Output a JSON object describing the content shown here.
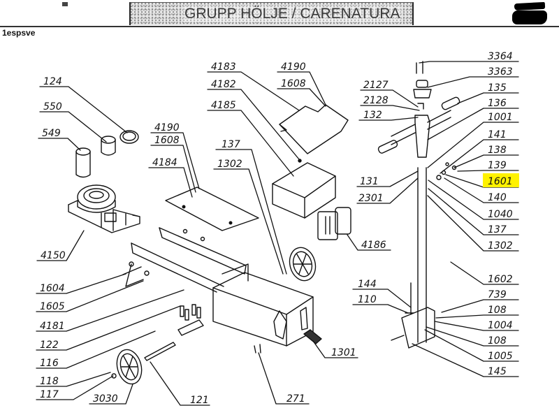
{
  "header": {
    "title": "GRUPP HÖLJE / CARENATURA",
    "document_code": "1espsve"
  },
  "highlight_color": "#fff200",
  "callouts": {
    "c124": "124",
    "c550": "550",
    "c549": "549",
    "c4150": "4150",
    "c4190_left": "4190",
    "c1608_left": "1608",
    "c4184": "4184",
    "c4183": "4183",
    "c4182": "4182",
    "c4185": "4185",
    "c4190_top": "4190",
    "c1608_top": "1608",
    "c137_mid": "137",
    "c1302_mid": "1302",
    "c4186": "4186",
    "c1604": "1604",
    "c1605": "1605",
    "c4181": "4181",
    "c122": "122",
    "c116": "116",
    "c118": "118",
    "c117": "117",
    "c3030": "3030",
    "c121": "121",
    "c271": "271",
    "c1301": "1301",
    "c3364": "3364",
    "c3363": "3363",
    "c2127": "2127",
    "c2128": "2128",
    "c135": "135",
    "c132": "132",
    "c136": "136",
    "c1001": "1001",
    "c141": "141",
    "c138": "138",
    "c139": "139",
    "c1601": "1601",
    "c131": "131",
    "c2301": "2301",
    "c140": "140",
    "c1040": "1040",
    "c137_right": "137",
    "c1302_right": "1302",
    "c1602": "1602",
    "c144": "144",
    "c110": "110",
    "c739": "739",
    "c108_a": "108",
    "c1004": "1004",
    "c108_b": "108",
    "c1005": "1005",
    "c145": "145"
  },
  "highlighted_part": "1601"
}
